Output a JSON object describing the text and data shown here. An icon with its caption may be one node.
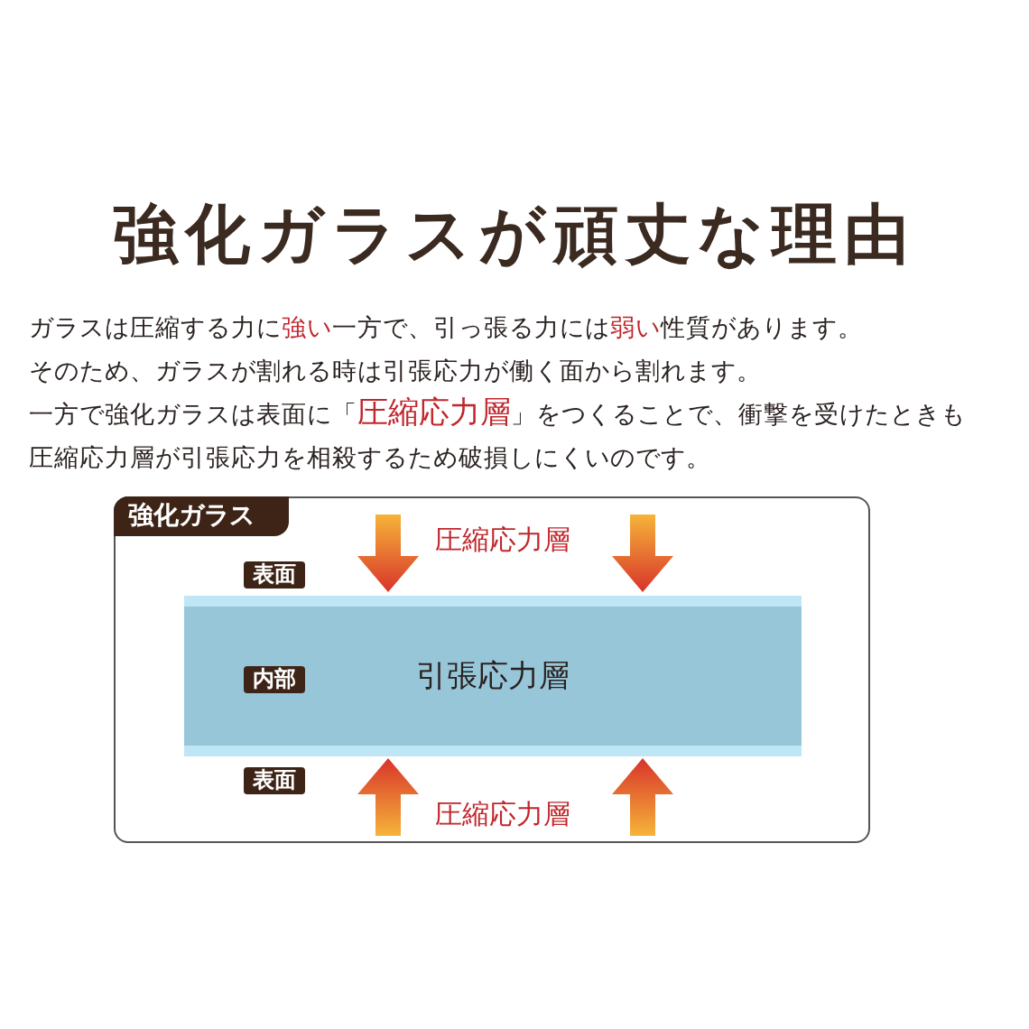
{
  "diagram": {
    "title": "強化ガラスが頑丈な理由",
    "nodes": [
      {
        "text": [
          "強化ガラス"
        ]
      },
      {
        "text": [
          "引張応力層"
        ],
        "in": 0
      },
      {
        "text": [
          "表面"
        ],
        "in": 0
      },
      {
        "text": [
          "内部"
        ],
        "in": 1
      },
      {
        "text": [
          "表面"
        ],
        "in": 0
      }
    ],
    "edges": [],
    "labels": [
      "ガラスは圧縮する力に**強い**一方で、引っ張る力には**弱い**性質があります。",
      "そのため、ガラスが割れる時は引張応力が働く面から割れます。",
      "一方で強化ガラスは表面に「**圧縮応力層**」をつくることで、衝撃を受けたときも圧縮応力層が引張応力を相殺するため破損しにくいのです。",
      "圧縮応力層",
      "圧縮応力層"
    ]
  }
}
